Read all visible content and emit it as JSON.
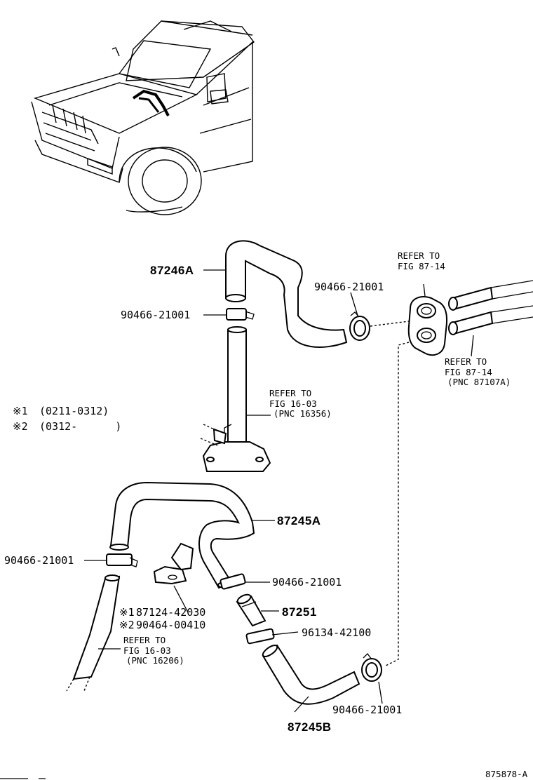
{
  "diagram": {
    "parts": {
      "hose_upper": "87246A",
      "hose_lower_a": "87245A",
      "hose_lower_b": "87245B",
      "pipe_joint": "87251"
    },
    "clamps": {
      "clamp_upper_left": "90466-21001",
      "clamp_upper_right": "90466-21001",
      "clamp_lower_left": "90466-21001",
      "clamp_mid": "90466-21001",
      "clamp_bottom_right": "90466-21001",
      "clamp_96134": "96134-42100"
    },
    "refer_heater": {
      "line1": "REFER TO",
      "line2": "FIG 87-14"
    },
    "refer_pipe": {
      "line1": "REFER TO",
      "line2": "FIG 87-14",
      "line3": "(PNC 87107A)"
    },
    "refer_water_outlet": {
      "line1": "REFER TO",
      "line2": "FIG 16-03",
      "line3": "(PNC 16356)"
    },
    "refer_lower": {
      "line1": "REFER TO",
      "line2": "FIG 16-03",
      "line3": "(PNC 16206)"
    },
    "legend": [
      {
        "mark": "※1",
        "text": "(0211-0312)"
      },
      {
        "mark": "※2",
        "text": "(0312-      )"
      }
    ],
    "bracket_parts": [
      {
        "mark": "※1",
        "text": "87124-42030"
      },
      {
        "mark": "※2",
        "text": "90464-00410"
      }
    ],
    "figure_id": "875878-A"
  }
}
